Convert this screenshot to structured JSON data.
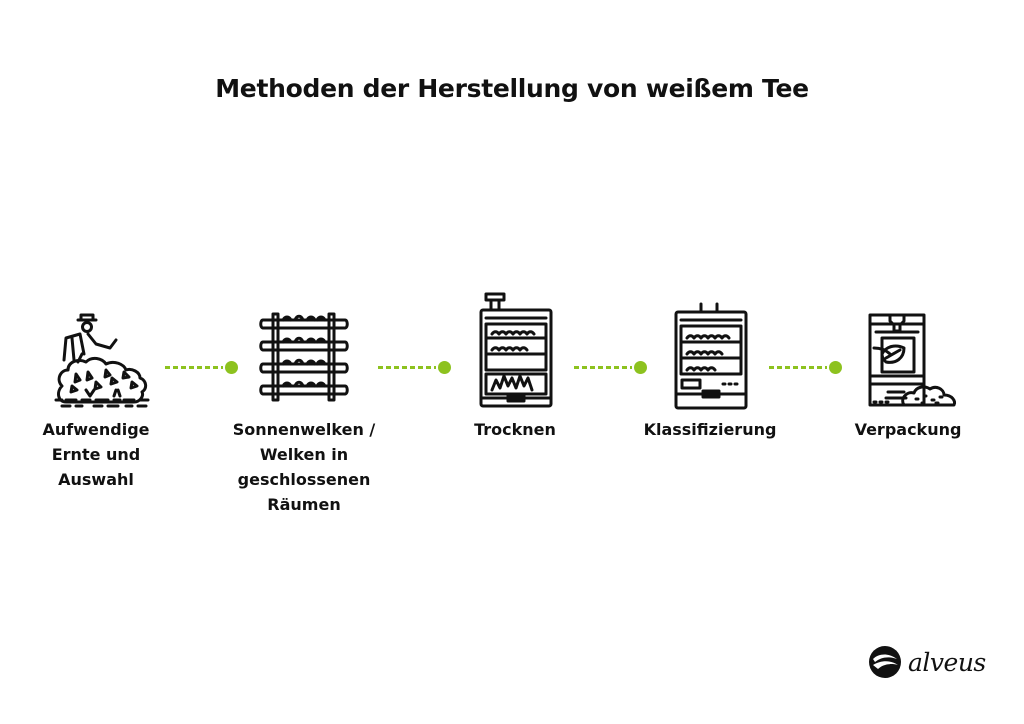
{
  "title": "Methoden der Herstellung von weißem Tee",
  "colors": {
    "accent": "#8dc21f",
    "text": "#111111",
    "icon_stroke": "#111111"
  },
  "steps": [
    {
      "icon": "farmer-harvest-icon",
      "label": "Aufwendige Ernte und Auswahl",
      "lines": [
        "Aufwendige",
        "Ernte und",
        "Auswahl"
      ]
    },
    {
      "icon": "drying-rack-icon",
      "label": "Sonnenwelken / Welken in geschlossenen Räumen",
      "lines": [
        "Sonnenwelken /",
        "Welken in",
        "geschlossenen",
        "Räumen"
      ]
    },
    {
      "icon": "oven-dryer-icon",
      "label": "Trocknen",
      "lines": [
        "Trocknen"
      ]
    },
    {
      "icon": "sorting-machine-icon",
      "label": "Klassifizierung",
      "lines": [
        "Klassifizierung"
      ]
    },
    {
      "icon": "tea-package-icon",
      "label": "Verpackung",
      "lines": [
        "Verpackung"
      ]
    }
  ],
  "connectors": 4,
  "logo": {
    "icon": "alveus-logo-icon",
    "text": "alveus"
  }
}
